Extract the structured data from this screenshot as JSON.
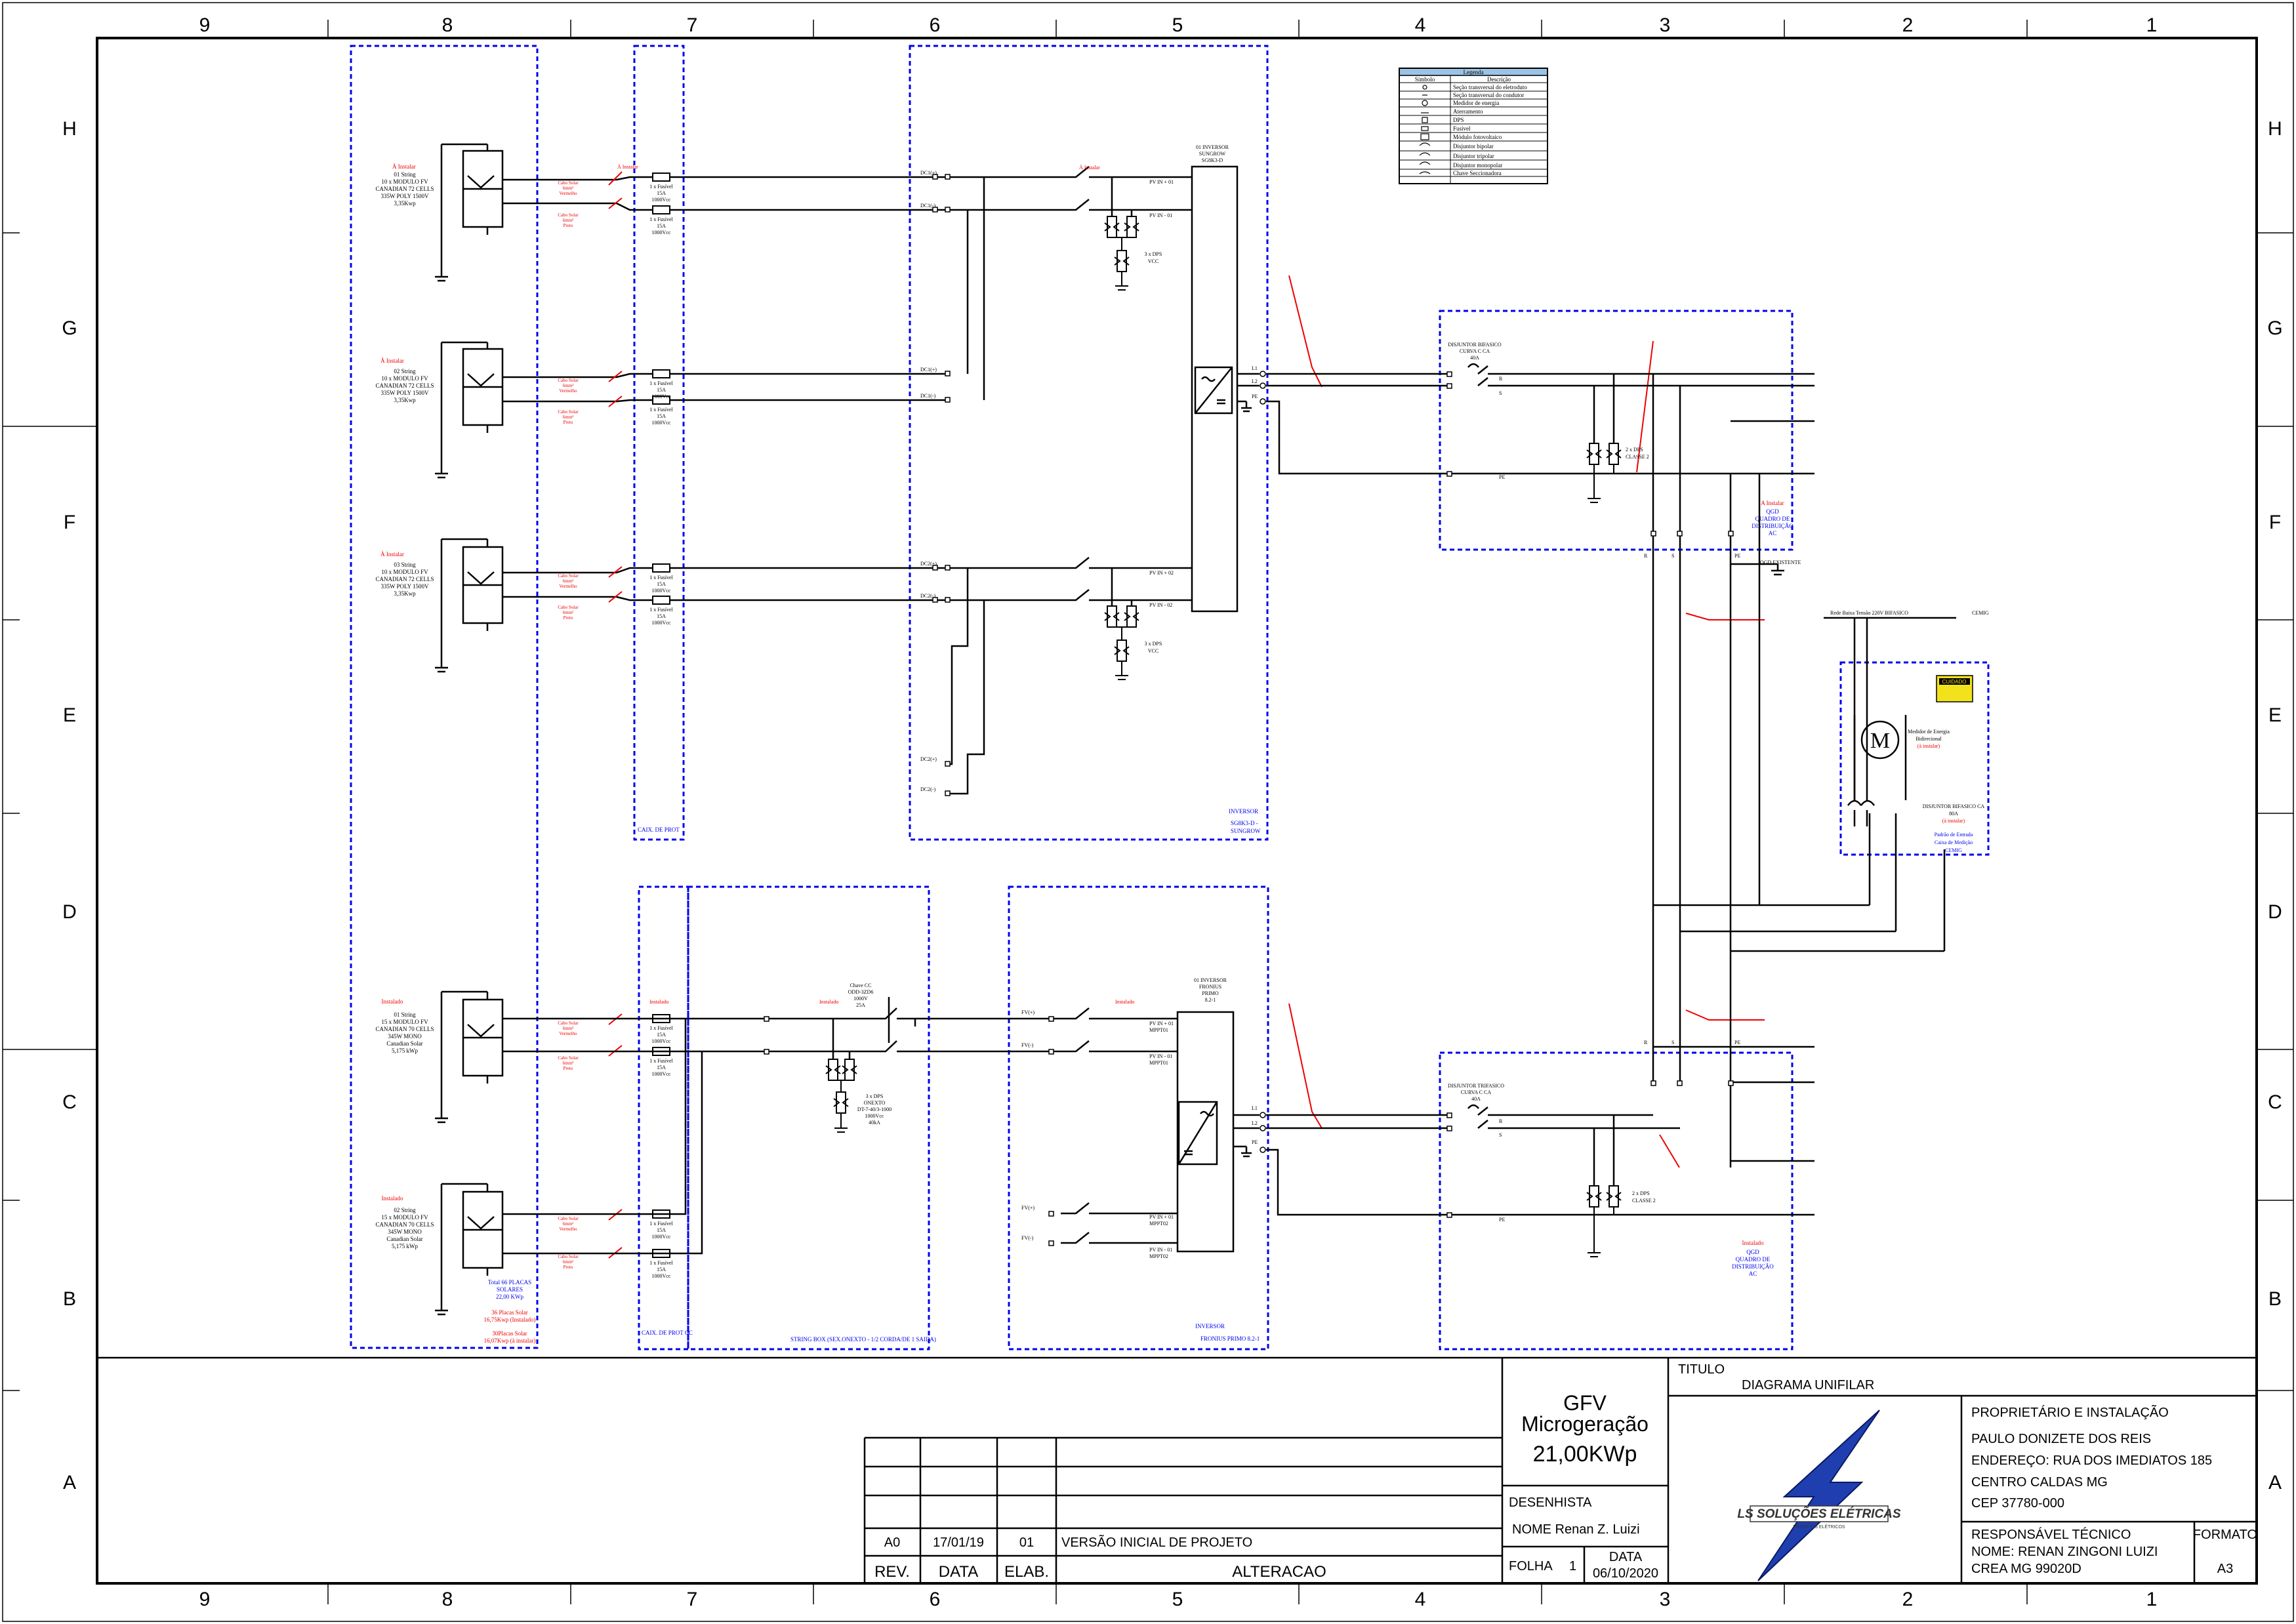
{
  "border": {
    "columns": [
      "9",
      "8",
      "7",
      "6",
      "5",
      "4",
      "3",
      "2",
      "1"
    ],
    "rows": [
      "H",
      "G",
      "F",
      "E",
      "D",
      "C",
      "B",
      "A"
    ]
  },
  "legend": {
    "title": "Legenda",
    "headers": [
      "Símbolo",
      "Descrição"
    ],
    "rows": [
      "Seção transversal do eletroduto",
      "Seção transversal do condutor",
      "Medidor de energia",
      "Aterramento",
      "DPS",
      "Fusível",
      "Módulo fotovoltaico",
      "Disjuntor bipolar",
      "Disjuntor tripolar",
      "Disjuntor monopolar",
      "Chave Seccionadora"
    ]
  },
  "strings": [
    {
      "side": "À Instalar",
      "lines": [
        "01 String",
        "10 x MODULO FV",
        "CANADIAN 72 CELLS",
        "335W POLY 1500V",
        "3,35Kwp"
      ]
    },
    {
      "side": "À Instalar",
      "lines": [
        "02 String",
        "10 x MODULO FV",
        "CANADIAN 72 CELLS",
        "335W POLY 1500V",
        "3,35Kwp"
      ]
    },
    {
      "side": "À Instalar",
      "lines": [
        "03 String",
        "10 x MODULO FV",
        "CANADIAN 72 CELLS",
        "335W POLY 1500V",
        "3,35Kwp"
      ]
    },
    {
      "side": "Instalado",
      "lines": [
        "01 String",
        "15 x MODULO FV",
        "CANADIAN 70 CELLS",
        "345W MONO",
        "Canadian Solar",
        "5,175 kWp"
      ]
    },
    {
      "side": "Instalado",
      "lines": [
        "02 String",
        "15 x MODULO FV",
        "CANADIAN 70 CELLS",
        "345W MONO",
        "Canadian Solar",
        "5,175 kWp"
      ]
    }
  ],
  "totals": [
    "Total 66 PLACAS",
    "SOLARES",
    "22,00 KWp"
  ],
  "totals_red": [
    "36 Placas Solar",
    "16,75Kwp (Instalado)",
    "30Placas Solar",
    "16,07Kwp (à instalar)"
  ],
  "fuse_label": [
    "1 x Fusível",
    "15A",
    "1000Vcc"
  ],
  "fuse_label_short": [
    "15A",
    "1000Vcc"
  ],
  "cable_red": [
    "Cabo Solar",
    "6mm²",
    "Vermelho"
  ],
  "cable_black": [
    "Cabo Solar",
    "6mm²",
    "Preto"
  ],
  "labels": {
    "box_prot_top": "CAIX. DE PROT",
    "box_prot_bot": "CAIX. DE PROT CC",
    "box_string": "STRING BOX (SEX.ONEXTO - 1/2 CORDA/DE 1 SAIDA)",
    "inv1_title": [
      "01 INVERSOR",
      "SUNGROW",
      "SG8K3-D"
    ],
    "inv1_box": [
      "INVERSOR",
      "SG8K3-D -",
      "SUNGROW"
    ],
    "inv2_title": [
      "01 INVERSOR",
      "FRONIUS",
      "PRIMO",
      "8.2-1"
    ],
    "inv2_box": [
      "INVERSOR",
      "FRONIUS PRIMO 8.2-1"
    ],
    "dps_cc": [
      "3 x DPS",
      "VCC"
    ],
    "chave_cc": [
      "Chave CC",
      "ODD-3ZD6",
      "1000V",
      "25A"
    ],
    "dps_onexto": [
      "3 x DPS",
      "ONEXTO",
      "DT-7-40/3-1000",
      "1000Vcc",
      "40kA"
    ],
    "instalar": "À Instalar",
    "instalado": "Instalado",
    "dc_labels": [
      "DC1(+)",
      "DC1(-)",
      "DC1(+)",
      "DC1(-)",
      "DC2(+)",
      "DC2(-)",
      "DC2(+)",
      "DC2(-)"
    ],
    "pv_labels": [
      "PV IN + 01",
      "PV IN - 01",
      "PV IN + 02",
      "PV IN - 02"
    ],
    "pv2_labels": [
      "PV IN + 01",
      "MPPT01",
      "PV IN - 01",
      "MPPT01",
      "PV IN + 01",
      "MPPT02",
      "PV IN - 01",
      "MPPT02"
    ],
    "fv_labels": [
      "FV(+)",
      "FV(-)",
      "FV(+)",
      "FV(-)"
    ],
    "ac_terminals": [
      "L1",
      "L2",
      "PE"
    ],
    "ac_terminals2": [
      "L1",
      "L2",
      "PE"
    ],
    "disj1": [
      "DISJUNTOR BIFASICO",
      "CURVA C CA",
      "40A"
    ],
    "disj2": [
      "DISJUNTOR TRIFASICO",
      "CURVA C CA",
      "40A"
    ],
    "dps_ac": [
      "2 x DPS",
      "CLASSE 2"
    ],
    "rs": [
      "R",
      "S"
    ],
    "pe": "PE",
    "qgd1": [
      "A Instalar",
      "QGD",
      "QUADRO DE",
      "DISTRIBUIÇÃO",
      "AC"
    ],
    "qgd2": [
      "Instalado",
      "QGD",
      "QUADRO DE",
      "DISTRIBUIÇÃO",
      "AC"
    ],
    "bus_labels": [
      "R",
      "S",
      "PE"
    ],
    "qgd_existente": "QGD EXISTENTE",
    "rede": "Rede Baixa Tensão 220V BIFASICO",
    "cemig": "CEMIG",
    "cuidado": "CUIDADO",
    "medidor": [
      "Medidor de Energia",
      "Bidirecional",
      "(à instalar)"
    ],
    "disj3": [
      "DISJUNTOR BIFASICO CA",
      "80A",
      "(à instalar)"
    ],
    "padrao": [
      "Padrão de Entrada",
      "Caixa de Medição",
      "CEMIG"
    ],
    "meter_letter": "M"
  },
  "title_block": {
    "gfv": [
      "GFV",
      "Microgeração",
      "21,00KWp"
    ],
    "titulo_label": "TITULO",
    "titulo": "DIAGRAMA UNIFILAR",
    "proprietario_label": "PROPRIETÁRIO E INSTALAÇÃO",
    "proprietario": [
      "PAULO DONIZETE DOS REIS",
      "ENDEREÇO: RUA DOS IMEDIATOS 185",
      "CENTRO CALDAS MG",
      "CEP 37780-000"
    ],
    "desenhista_label": "DESENHISTA",
    "desenhista": "NOME Renan Z. Luizi",
    "folha": "FOLHA",
    "folha_num": "1",
    "data_label": "DATA",
    "data": "06/10/2020",
    "resp_label": "RESPONSÁVEL TÉCNICO",
    "resp": [
      "NOME: RENAN ZINGONI LUIZI",
      "CREA  MG 99020D"
    ],
    "formato_label": "FORMATO",
    "formato": "A3",
    "rev_row": [
      "A0",
      "17/01/19",
      "01",
      "VERSÃO INICIAL DE PROJETO"
    ],
    "rev_headers": [
      "REV.",
      "DATA",
      "ELAB.",
      "ALTERACAO"
    ],
    "logo_text": "LS SOLUÇÕES ELÉTRICAS",
    "logo_sub": "PROJETOS ELÉTRICOS"
  },
  "colors": {
    "frame": "#000000",
    "blue": "#0000ee",
    "red": "#ee0000",
    "logo": "#1f3fb0",
    "yellow": "#f2e21b"
  }
}
